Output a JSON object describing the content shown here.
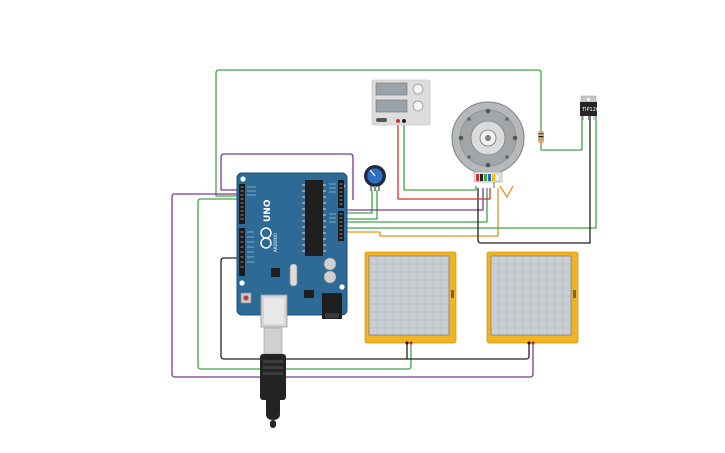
{
  "canvas": {
    "background": "#ffffff"
  },
  "colors": {
    "board": "#2d6a96",
    "board_dark": "#1f4f74",
    "wire_green": "#3aa845",
    "wire_purple": "#7b3a8c",
    "wire_black": "#222222",
    "wire_red": "#d23232",
    "wire_orange": "#e8901c",
    "wire_gray": "#8c8c8c",
    "panel_yellow": "#f0b323",
    "grid_bg": "#c9cfd3",
    "grid_line": "#aeb5ba"
  },
  "arduino": {
    "logo_text": "UNO",
    "brand_text": "ARDUINO"
  },
  "regulator": {
    "label": "TIP120"
  },
  "icons": {
    "potentiometer": "potentiometer-knob-icon",
    "motor": "encoder-motor-icon",
    "power_supply": "power-supply-icon",
    "usb_plug": "usb-plug-icon",
    "reset_button": "reset-button-icon"
  }
}
